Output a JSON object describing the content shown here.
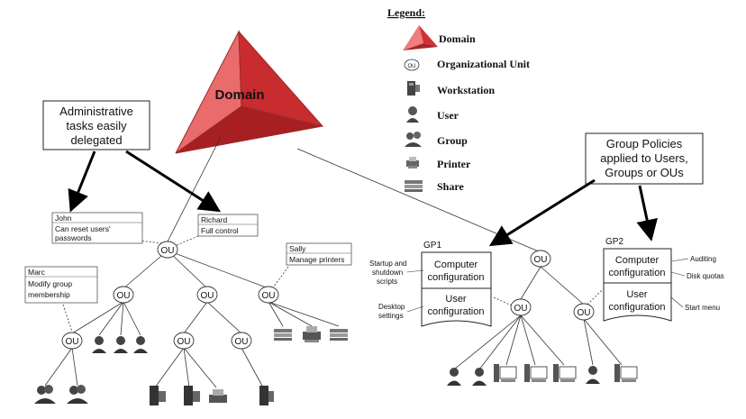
{
  "legend": {
    "title": "Legend:",
    "items": [
      {
        "label": "Domain",
        "icon": "domain-pyramid-icon"
      },
      {
        "label": "Organizational Unit",
        "icon": "ou-icon"
      },
      {
        "label": "Workstation",
        "icon": "workstation-icon"
      },
      {
        "label": "User",
        "icon": "user-icon"
      },
      {
        "label": "Group",
        "icon": "group-icon"
      },
      {
        "label": "Printer",
        "icon": "printer-icon"
      },
      {
        "label": "Share",
        "icon": "share-icon"
      }
    ]
  },
  "domain": {
    "label": "Domain",
    "color": "#e0393b"
  },
  "callouts": {
    "admin_line1": "Administrative",
    "admin_line2": "tasks easily",
    "admin_line3": "delegated",
    "gp_line1": "Group Policies",
    "gp_line2": "applied to Users,",
    "gp_line3": "Groups or OUs"
  },
  "ou_label": "OU",
  "delegations": {
    "john_name": "John",
    "john_line1": "Can reset users'",
    "john_line2": "passwords",
    "richard_name": "Richard",
    "richard_line1": "Full control",
    "sally_name": "Sally",
    "sally_line1": "Manage printers",
    "marc_name": "Marc",
    "marc_line1": "Modify group",
    "marc_line2": "membership"
  },
  "gp1": {
    "title": "GP1",
    "computer_line1": "Computer",
    "computer_line2": "configuration",
    "user_line1": "User",
    "user_line2": "configuration",
    "side1_line1": "Startup and",
    "side1_line2": "shutdown",
    "side1_line3": "scripts",
    "side2_line1": "Desktop",
    "side2_line2": "settings"
  },
  "gp2": {
    "title": "GP2",
    "computer_line1": "Computer",
    "computer_line2": "configuration",
    "user_line1": "User",
    "user_line2": "configuration",
    "side1": "Auditing",
    "side2": "Disk quotas",
    "side3": "Start menu"
  }
}
